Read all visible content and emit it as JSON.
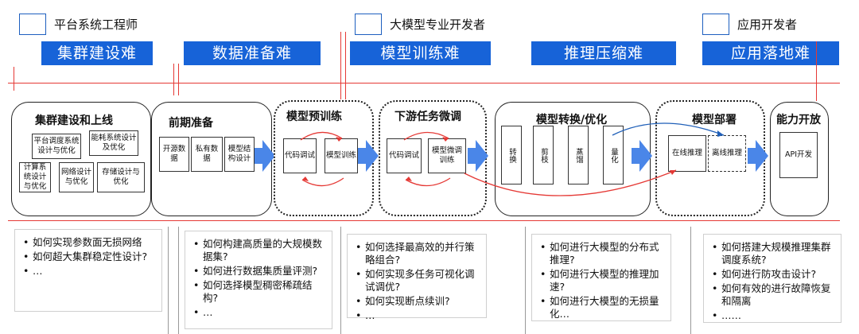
{
  "roles": [
    {
      "label": "平台系统工程师"
    },
    {
      "label": "大模型专业开发者"
    },
    {
      "label": "应用开发者"
    }
  ],
  "challenges": [
    "集群建设难",
    "数据准备难",
    "模型训练难",
    "推理压缩难",
    "应用落地难"
  ],
  "stages": {
    "cluster": {
      "title": "集群建设和上线",
      "cells": [
        "平台调度系统设计与优化",
        "能耗系统设计及优化",
        "计算系统设计与优化",
        "网络设计与优化",
        "存储设计与优化"
      ]
    },
    "prep": {
      "title": "前期准备",
      "cells": [
        "开源数据",
        "私有数据",
        "模型结构设计"
      ]
    },
    "pretrain": {
      "title": "模型预训练",
      "cells": [
        "代码调试",
        "模型训练"
      ]
    },
    "finetune": {
      "title": "下游任务微调",
      "cells": [
        "代码调试",
        "模型微调训练"
      ]
    },
    "convert": {
      "title": "模型转换/优化",
      "cells": [
        "转换",
        "剪枝",
        "蒸馏",
        "量化"
      ]
    },
    "deploy": {
      "title": "模型部署",
      "cells": [
        "在线推理",
        "离线推理"
      ]
    },
    "open": {
      "title": "能力开放",
      "cells": [
        "API开发"
      ]
    }
  },
  "questions": [
    {
      "items": [
        "如何实现参数面无损网络",
        "如何超大集群稳定性设计?",
        "…"
      ]
    },
    {
      "items": [
        "如何构建高质量的大规模数据集?",
        "如何进行数据集质量评测?",
        "如何选择模型稠密稀疏结构?",
        "…"
      ]
    },
    {
      "items": [
        "如何选择最高效的并行策略组合?",
        "如何实现多任务可视化调试调优?",
        "如何实现断点续训?",
        "…"
      ]
    },
    {
      "items": [
        "如何进行大模型的分布式推理?",
        "如何进行大模型的推理加速?",
        "如何进行大模型的无损量化…"
      ]
    },
    {
      "items": [
        "如何搭建大规模推理集群调度系统?",
        "如何进行防攻击设计?",
        "如何有效的进行故障恢复和隔离",
        "……"
      ]
    }
  ],
  "colors": {
    "accent": "#1763d8",
    "arrow": "#4a86e8",
    "line": "#e53935"
  }
}
